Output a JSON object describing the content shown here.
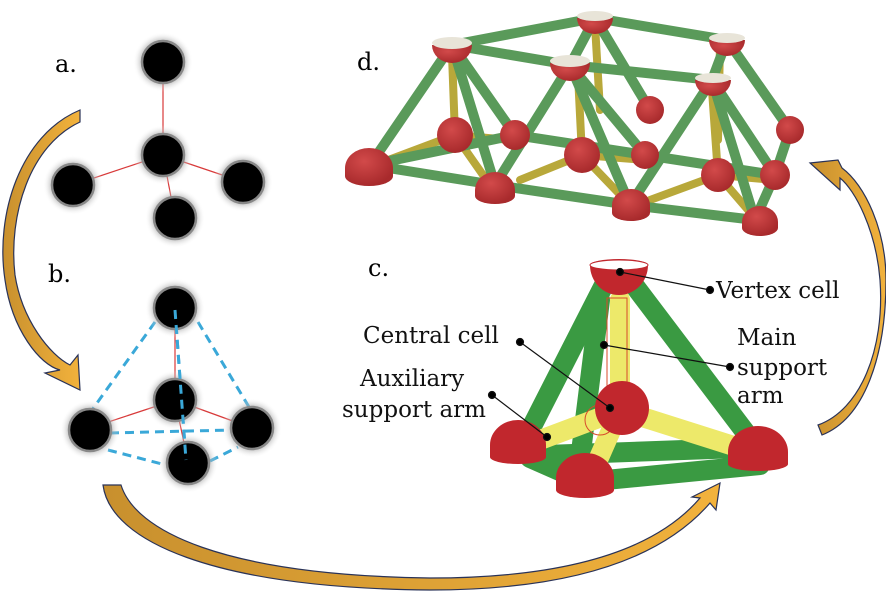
{
  "panels": {
    "a": {
      "label": "a."
    },
    "b": {
      "label": "b."
    },
    "c": {
      "label": "c."
    },
    "d": {
      "label": "d."
    }
  },
  "callouts": {
    "vertex_cell": "Vertex cell",
    "central_cell": "Central cell",
    "main_support_arm": [
      "Main",
      "support",
      "arm"
    ],
    "auxiliary_support_arm": [
      "Auxiliary",
      "support arm"
    ]
  },
  "colors": {
    "cell_red": "#c1272d",
    "main_arm_green": "#3a9a42",
    "aux_arm_yellow": "#ede96a",
    "lattice_green": "#5a9a5a",
    "lattice_yellow": "#b8a83a",
    "arrow_gold": "#e8a93a",
    "arrow_outline": "#2a3358",
    "dashed_blue": "#3aa8d8",
    "link_red": "#d83a3a",
    "dot_black": "#000000"
  }
}
